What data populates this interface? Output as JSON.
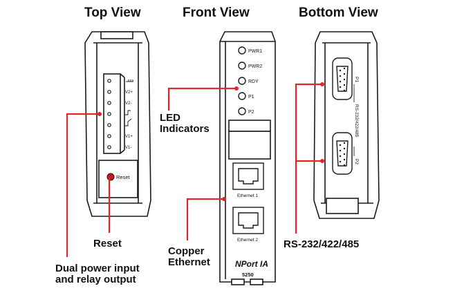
{
  "titles": {
    "top_view": "Top View",
    "front_view": "Front View",
    "bottom_view": "Bottom View"
  },
  "callouts": {
    "reset": "Reset",
    "dual_power": [
      "Dual power input",
      "and relay output"
    ],
    "led": [
      "LED",
      "Indicators"
    ],
    "copper": [
      "Copper",
      "Ethernet"
    ],
    "serial": "RS-232/422/485"
  },
  "top_view": {
    "terminal_labels": [
      "",
      "V2+",
      "V2-",
      "",
      "",
      "V1+",
      "V1-"
    ],
    "reset_label": "Reset"
  },
  "front_view": {
    "leds": [
      "PWR1",
      "PWR2",
      "RDY",
      "P1",
      "P2"
    ],
    "ethernet_ports": [
      "Ethernet 1",
      "Ethernet 2"
    ],
    "brand": "NPort IA",
    "model": "5250"
  },
  "bottom_view": {
    "port_labels": [
      "P1",
      "P2"
    ],
    "port_standard": "RS-232/422/485"
  },
  "colors": {
    "callout_line": "#e0262b",
    "device_outline": "#1a1a1a",
    "reset_button": "#c8151b"
  },
  "icons": [
    "ground-symbol-icon",
    "relay-contact-icon"
  ]
}
